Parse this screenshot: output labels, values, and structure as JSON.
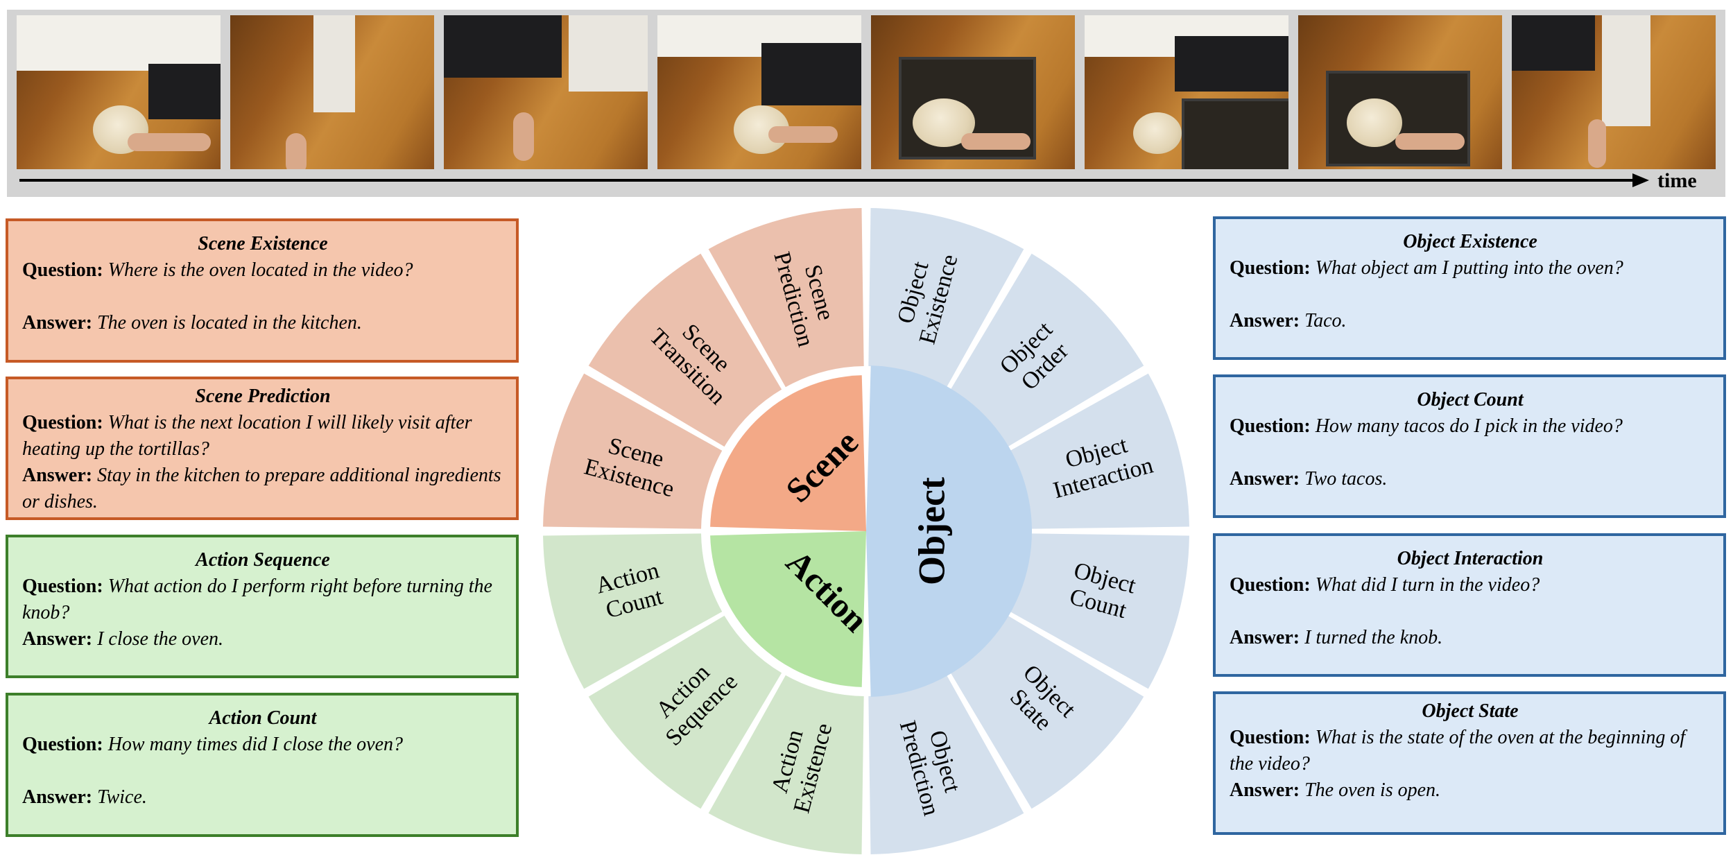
{
  "time_label": "time",
  "wheel": {
    "inner": [
      {
        "id": "scene",
        "label": "Scene",
        "color": "#f3a987"
      },
      {
        "id": "action",
        "label": "Action",
        "color": "#b5e4a3"
      },
      {
        "id": "object",
        "label": "Object",
        "color": "#bcd5ee"
      }
    ],
    "outer": [
      {
        "label_lines": [
          "Scene",
          "Existence"
        ],
        "color": "#ebc0ad"
      },
      {
        "label_lines": [
          "Scene",
          "Transition"
        ],
        "color": "#ebc0ad"
      },
      {
        "label_lines": [
          "Scene",
          "Prediction"
        ],
        "color": "#ebc0ad"
      },
      {
        "label_lines": [
          "Object",
          "Existence"
        ],
        "color": "#d4e0ed"
      },
      {
        "label_lines": [
          "Object",
          "Order"
        ],
        "color": "#d4e0ed"
      },
      {
        "label_lines": [
          "Object",
          "Interaction"
        ],
        "color": "#d4e0ed"
      },
      {
        "label_lines": [
          "Object",
          "Count"
        ],
        "color": "#d4e0ed"
      },
      {
        "label_lines": [
          "Object",
          "State"
        ],
        "color": "#d4e0ed"
      },
      {
        "label_lines": [
          "Object",
          "Prediction"
        ],
        "color": "#d4e0ed"
      },
      {
        "label_lines": [
          "Action",
          "Existence"
        ],
        "color": "#d2e6cb"
      },
      {
        "label_lines": [
          "Action",
          "Sequence"
        ],
        "color": "#d2e6cb"
      },
      {
        "label_lines": [
          "Action",
          "Count"
        ],
        "color": "#d2e6cb"
      }
    ]
  },
  "left_boxes": [
    {
      "title": "Scene Existence",
      "q_label": "Question:",
      "q": "Where is the oven located in the video?",
      "a_label": "Answer:",
      "a": "The oven is located in the kitchen."
    },
    {
      "title": "Scene Prediction",
      "q_label": "Question:",
      "q": "What is the next location I will likely visit after heating up the tortillas?",
      "a_label": "Answer:",
      "a": "Stay in the kitchen to prepare additional ingredients or dishes."
    },
    {
      "title": "Action Sequence",
      "q_label": "Question:",
      "q": "What action do I perform right before turning the knob?",
      "a_label": "Answer:",
      "a": "I close the oven."
    },
    {
      "title": "Action Count",
      "q_label": "Question:",
      "q": "How many times did I close the oven?",
      "a_label": "Answer:",
      "a": "Twice."
    }
  ],
  "right_boxes": [
    {
      "title": "Object Existence",
      "q_label": "Question:",
      "q": "What object am I putting into the oven?",
      "a_label": "Answer:",
      "a": "Taco."
    },
    {
      "title": "Object Count",
      "q_label": "Question:",
      "q": "How many tacos do I pick in the video?",
      "a_label": "Answer:",
      "a": "Two tacos."
    },
    {
      "title": "Object Interaction",
      "q_label": "Question:",
      "q": "What did I turn in the video?",
      "a_label": "Answer:",
      "a": "I turned the knob."
    },
    {
      "title": "Object State",
      "q_label": "Question:",
      "q": "What is the state of the oven at the beginning of the video?",
      "a_label": "Answer:",
      "a": "The oven is open."
    }
  ]
}
